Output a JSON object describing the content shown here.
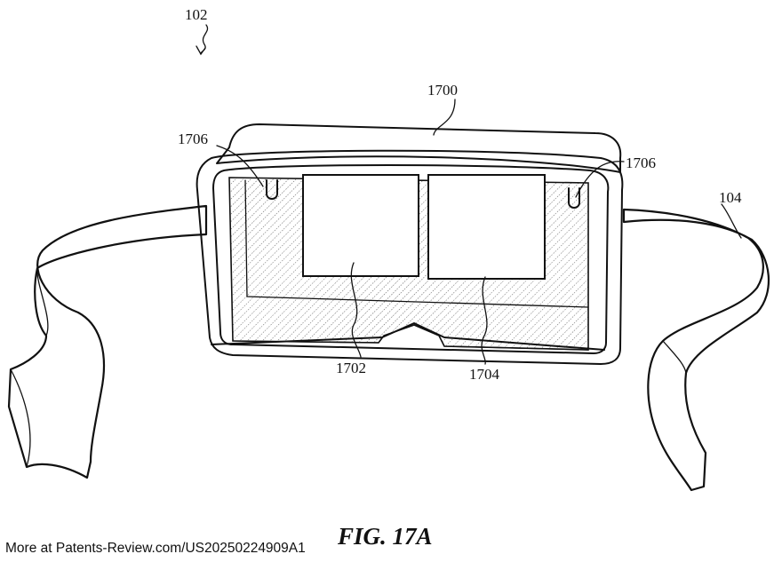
{
  "figure": {
    "caption": "FIG. 17A",
    "source_text": "More at Patents-Review.com/US20250224909A1"
  },
  "labels": {
    "device": "102",
    "housing": "1700",
    "left_display": "1702",
    "right_display": "1704",
    "sensor_left": "1706",
    "sensor_right": "1706",
    "band": "104"
  },
  "icons": {
    "device_arrow": "squiggle-arrow-icon"
  }
}
